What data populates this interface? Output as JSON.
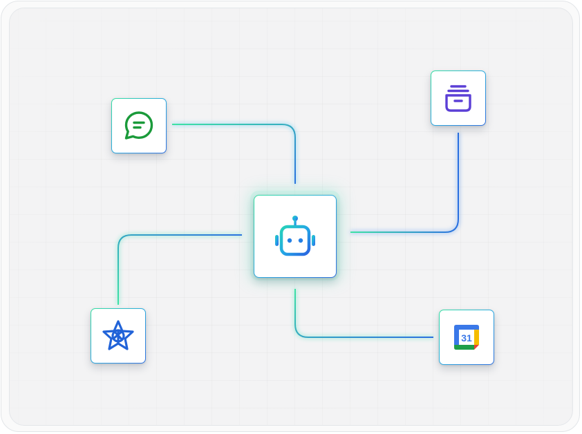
{
  "diagram": {
    "hub": {
      "icon": "robot-icon"
    },
    "nodes": [
      {
        "id": "chat",
        "icon": "chat-bubble-icon"
      },
      {
        "id": "archive",
        "icon": "archive-icon"
      },
      {
        "id": "star",
        "icon": "linked-star-icon"
      },
      {
        "id": "calendar",
        "icon": "google-calendar-icon",
        "label": "31"
      }
    ],
    "edges": [
      {
        "from": "chat",
        "to": "hub"
      },
      {
        "from": "archive",
        "to": "hub"
      },
      {
        "from": "star",
        "to": "hub"
      },
      {
        "from": "hub",
        "to": "calendar"
      }
    ]
  },
  "colors": {
    "connector_start": "#3ee3a4",
    "connector_end": "#2a6fe0",
    "chat_green": "#1a9a3a",
    "archive_purple": "#5b3fd6",
    "star_blue": "#2163d8",
    "calendar_blue": "#3a78e8",
    "calendar_green": "#1e9e4a",
    "calendar_yellow": "#f5bd00",
    "calendar_red": "#e94235"
  }
}
